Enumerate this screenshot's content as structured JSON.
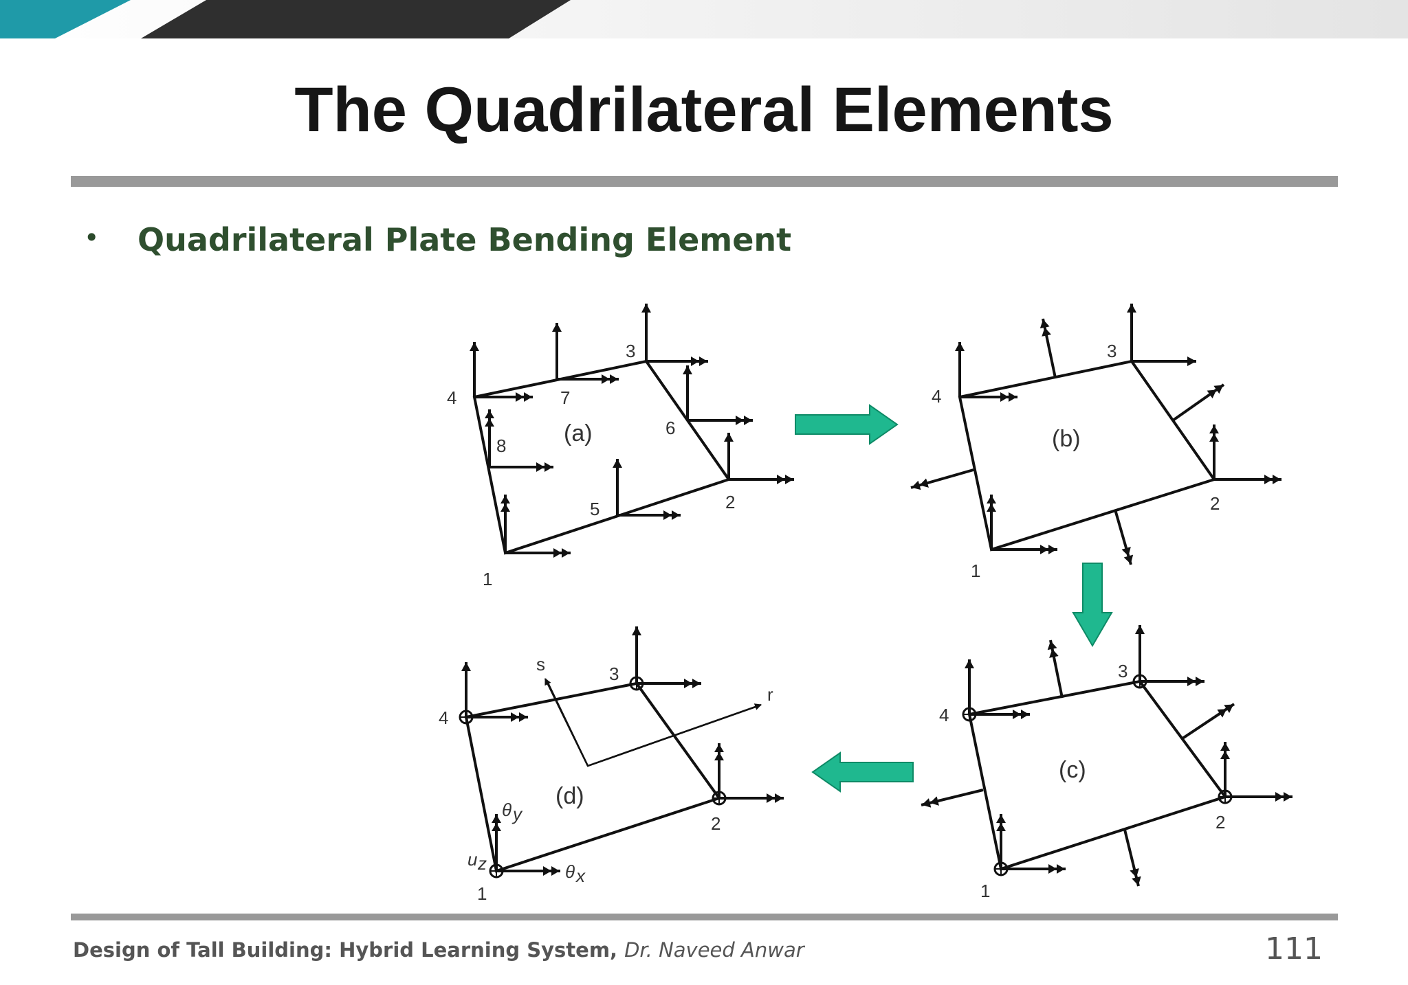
{
  "slide": {
    "title": "The Quadrilateral Elements",
    "bullet": "•",
    "subtitle": "Quadrilateral Plate Bending Element"
  },
  "figure": {
    "panels": {
      "a": {
        "caption": "(a)",
        "nodes": [
          "1",
          "2",
          "3",
          "4",
          "5",
          "6",
          "7",
          "8"
        ]
      },
      "b": {
        "caption": "(b)",
        "nodes": [
          "1",
          "2",
          "3",
          "4"
        ]
      },
      "c": {
        "caption": "(c)",
        "nodes": [
          "1",
          "2",
          "3",
          "4"
        ]
      },
      "d": {
        "caption": "(d)",
        "nodes": [
          "1",
          "2",
          "3",
          "4"
        ],
        "axis_s": "s",
        "axis_r": "r",
        "dof_uz": "u",
        "dof_uz_sub": "z",
        "dof_theta_x": "θ",
        "dof_theta_x_sub": "x",
        "dof_theta_y": "θ",
        "dof_theta_y_sub": "y"
      }
    },
    "arrow_color": "#1fb88f"
  },
  "footer": {
    "course": "Design of Tall Building: Hybrid Learning System,",
    "author": "Dr. Naveed Anwar",
    "page_number": "111"
  },
  "colors": {
    "teal": "#1f9aa8",
    "dark_band": "#2f2f2f",
    "rule": "#999999",
    "subtitle": "#2f4f2f"
  }
}
